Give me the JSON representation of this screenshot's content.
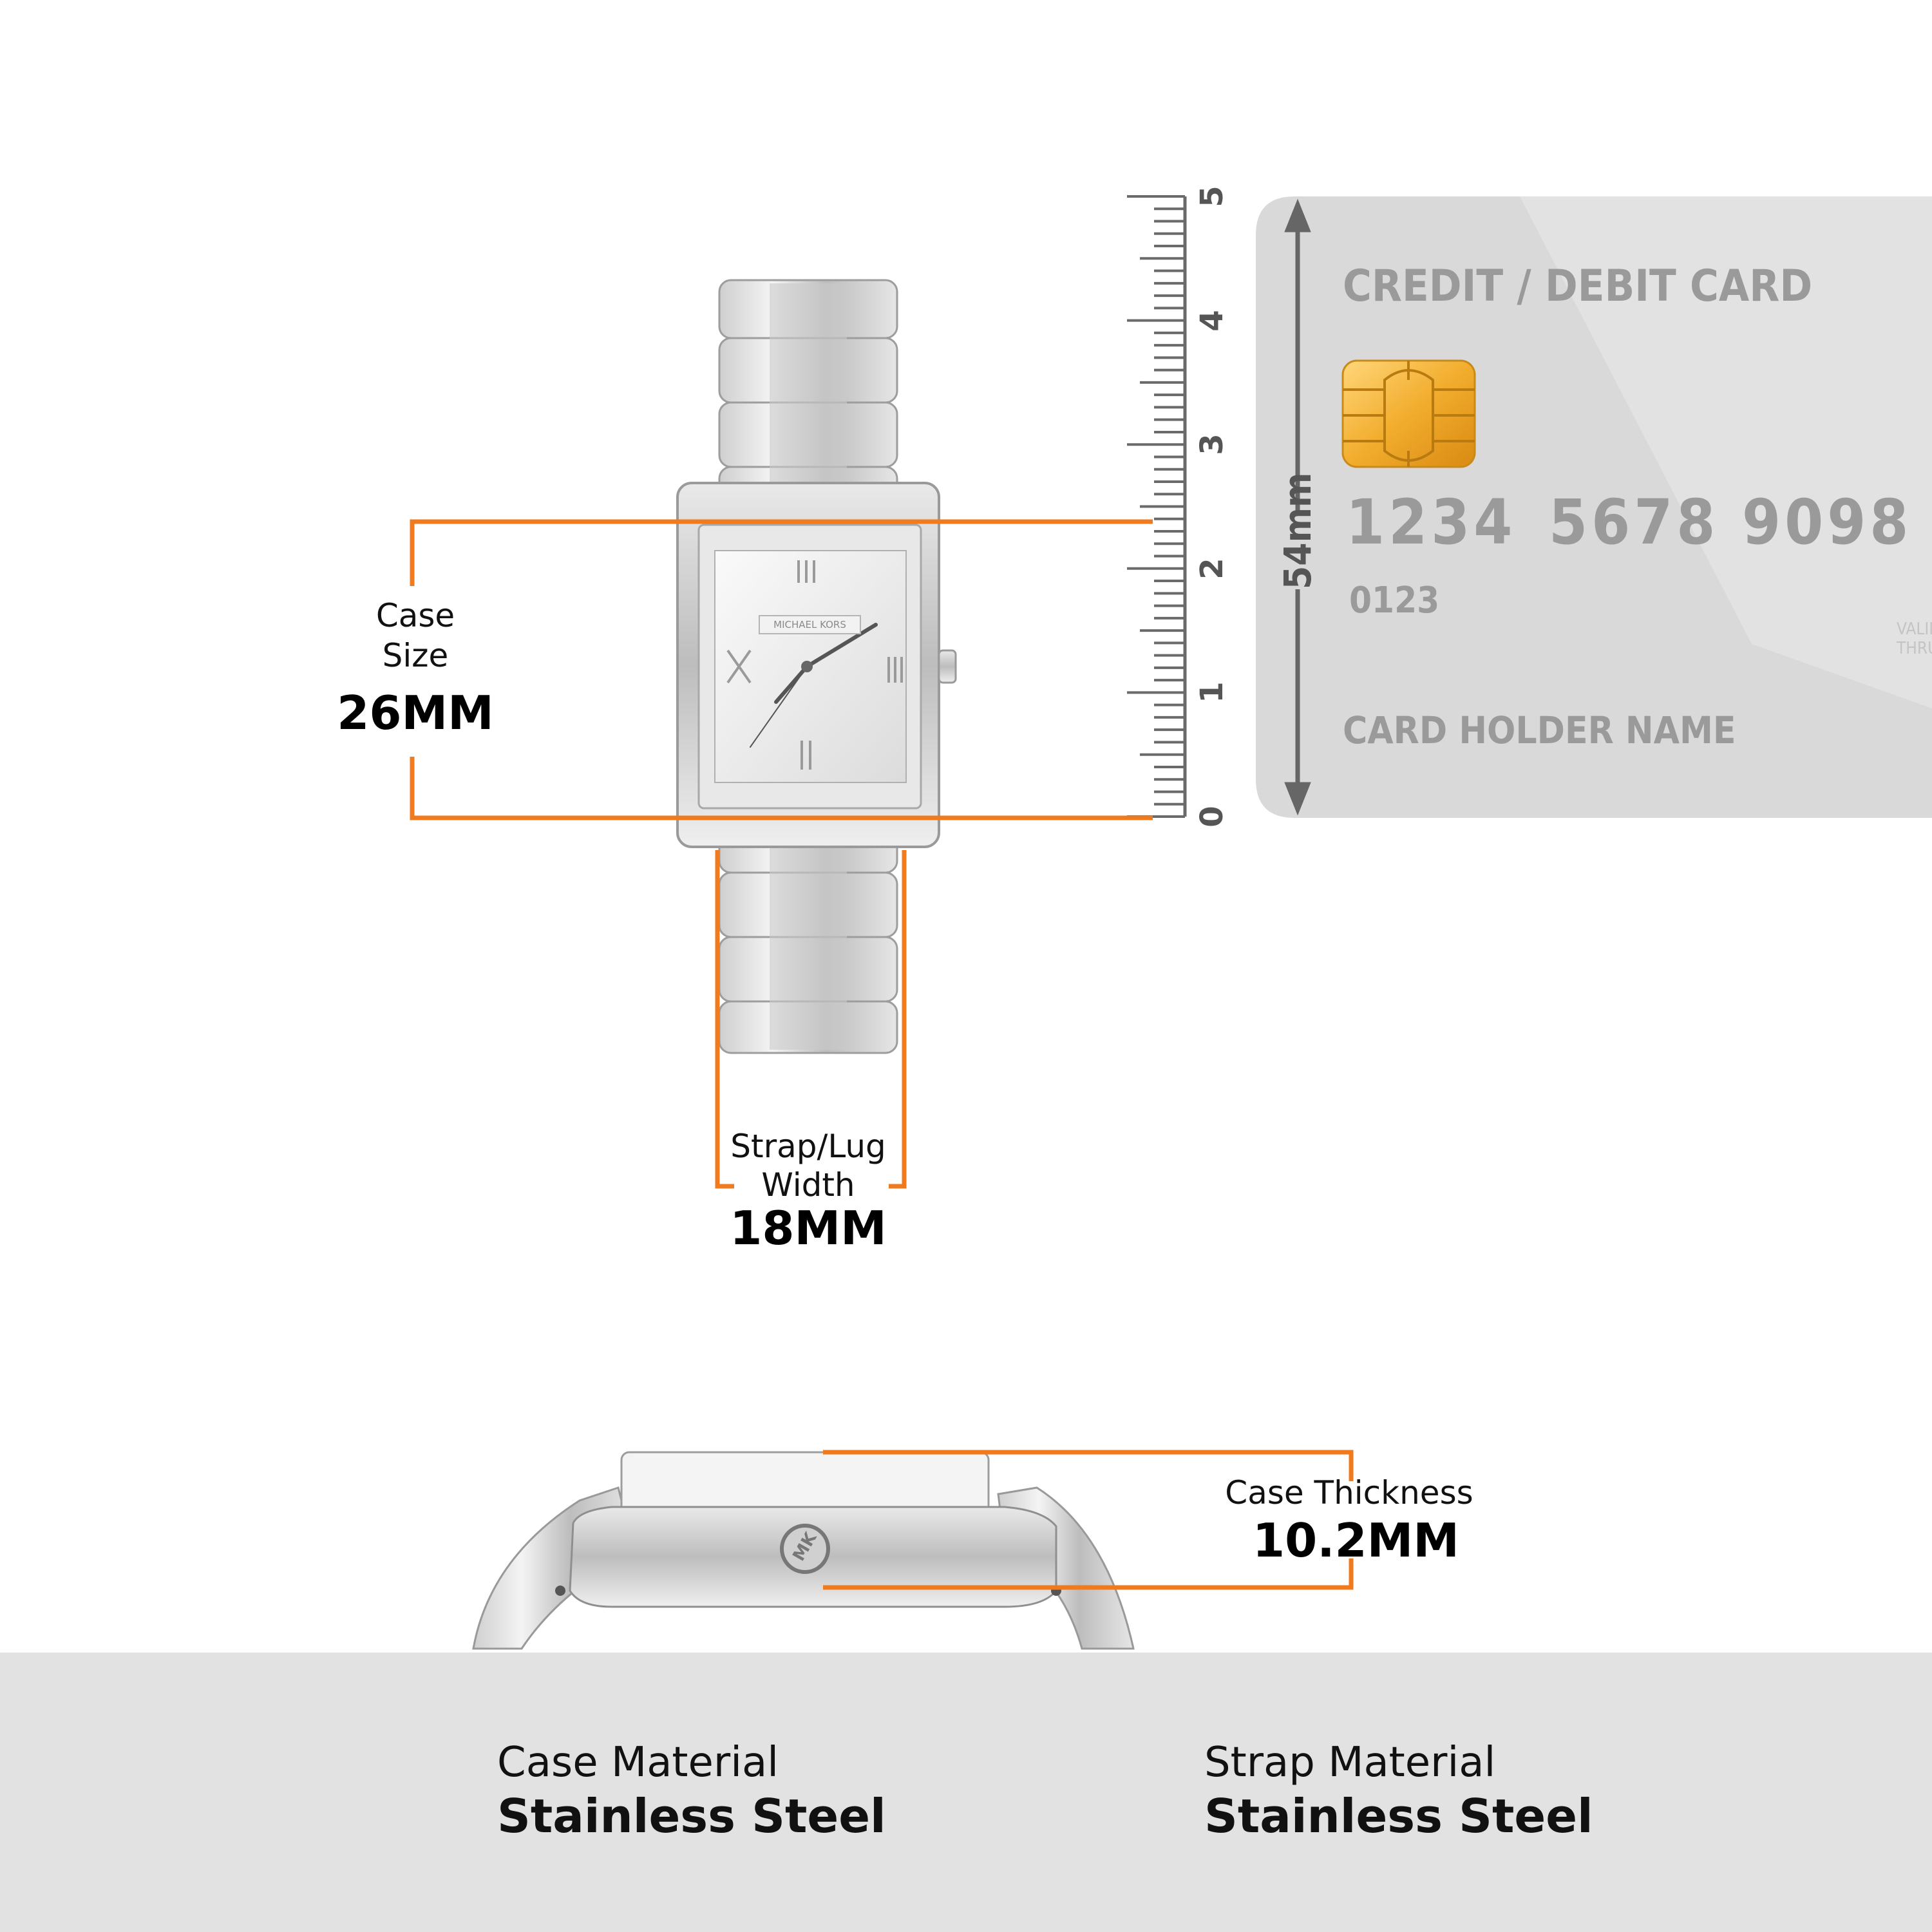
{
  "measurements": {
    "case_size": {
      "label": "Case\nSize",
      "label_line1": "Case",
      "label_line2": "Size",
      "value": "26MM"
    },
    "strap_width": {
      "label_line1": "Strap/Lug",
      "label_line2": "Width",
      "value": "18MM"
    },
    "case_thickness": {
      "label": "Case Thickness",
      "value": "10.2MM"
    }
  },
  "ruler": {
    "ticks": [
      "0",
      "1",
      "2",
      "3",
      "4",
      "5"
    ],
    "card_height_label": "54mm"
  },
  "card": {
    "title": "CREDIT / DEBIT CARD",
    "number_groups": [
      "1234",
      "5678",
      "9098"
    ],
    "sub_number": "0123",
    "holder": "CARD HOLDER NAME",
    "valid_thru_line1": "VALID",
    "valid_thru_line2": "THRU"
  },
  "watch": {
    "brand": "MICHAEL KORS",
    "crown_logo": "MK"
  },
  "features": [
    {
      "icon": "watch-icon",
      "title": "Case Material",
      "value": "Stainless Steel"
    },
    {
      "icon": "strap-icon",
      "title": "Strap Material",
      "value": "Stainless Steel"
    }
  ],
  "colors": {
    "accent": "#F07A1E",
    "card": "#d9d9d9",
    "card_text": "#9a9a9a",
    "footer_bg": "#e2e2e2",
    "icon": "#6e6e6e",
    "chip": "#f2b33a"
  }
}
